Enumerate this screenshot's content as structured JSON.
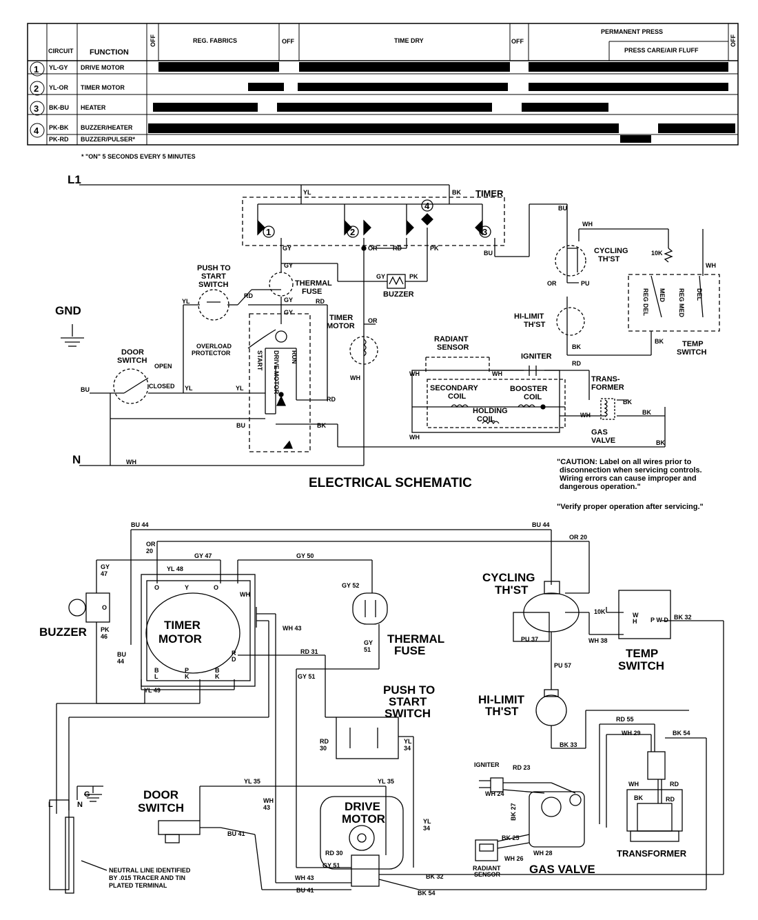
{
  "timing_chart": {
    "headers": {
      "circuit": "CIRCUIT",
      "function": "FUNCTION",
      "off_1": "OFF",
      "reg_fabrics": "REG. FABRICS",
      "off_2": "OFF",
      "time_dry": "TIME DRY",
      "off_3": "OFF",
      "permanent_press": "PERMANENT PRESS",
      "press_care": "PRESS CARE/AIR FLUFF",
      "off_4": "OFF"
    },
    "rows": [
      {
        "num": "1",
        "circuit": "YL-GY",
        "function": "DRIVE MOTOR"
      },
      {
        "num": "2",
        "circuit": "YL-OR",
        "function": "TIMER MOTOR"
      },
      {
        "num": "3",
        "circuit": "BK-BU",
        "function": "HEATER"
      },
      {
        "num": "4",
        "circuit": "PK-BK",
        "function": "BUZZER/HEATER"
      },
      {
        "num": "",
        "circuit": "PK-RD",
        "function": "BUZZER/PULSER*"
      }
    ],
    "footnote": "* \"ON\" 5 SECONDS EVERY 5 MINUTES"
  },
  "schematic": {
    "title": "ELECTRICAL SCHEMATIC",
    "l1": "L1",
    "n": "N",
    "gnd": "GND",
    "timer": "TIMER",
    "contacts": [
      "1",
      "2",
      "4",
      "3"
    ],
    "push_to_start": [
      "PUSH TO",
      "START",
      "SWITCH"
    ],
    "thermal_fuse": [
      "THERMAL",
      "FUSE"
    ],
    "buzzer": "BUZZER",
    "timer_motor": [
      "TIMER",
      "MOTOR"
    ],
    "overload": [
      "OVERLOAD",
      "PROTECTOR"
    ],
    "door_switch": [
      "DOOR",
      "SWITCH"
    ],
    "open": "OPEN",
    "closed": "CLOSED",
    "start": "START",
    "drive_motor": "DRIVE MOTOR",
    "run": "RUN",
    "radiant_sensor": [
      "RADIANT",
      "SENSOR"
    ],
    "igniter": "IGNITER",
    "secondary_coil": [
      "SECONDARY",
      "COIL"
    ],
    "booster_coil": [
      "BOOSTER",
      "COIL"
    ],
    "holding_coil": [
      "HOLDING",
      "COIL"
    ],
    "transformer": [
      "TRANS-",
      "FORMER"
    ],
    "gas_valve": [
      "GAS",
      "VALVE"
    ],
    "cycling_thst": [
      "CYCLING",
      "TH'ST"
    ],
    "hi_limit": [
      "HI-LIMIT",
      "TH'ST"
    ],
    "temp_switch": [
      "TEMP",
      "SWITCH"
    ],
    "temp_positions": [
      "REG DEL",
      "MED",
      "REG MED",
      "DEL"
    ],
    "resistor": "10K",
    "wires": {
      "yl": "YL",
      "bk": "BK",
      "gy": "GY",
      "or": "OR",
      "rd": "RD",
      "pk": "PK",
      "bu": "BU",
      "wh": "WH",
      "pu": "PU"
    },
    "caution": [
      "\"CAUTION: Label on all wires prior to",
      "disconnection when servicing controls.",
      "Wiring errors can cause improper and",
      "dangerous operation.\"",
      "\"Verify proper operation after servicing.\""
    ]
  },
  "wiring": {
    "buzzer": "BUZZER",
    "timer_motor": [
      "TIMER",
      "MOTOR"
    ],
    "thermal_fuse": [
      "THERMAL",
      "FUSE"
    ],
    "push_to_start": [
      "PUSH TO",
      "START",
      "SWITCH"
    ],
    "door_switch": [
      "DOOR",
      "SWITCH"
    ],
    "drive_motor": [
      "DRIVE",
      "MOTOR"
    ],
    "cycling_thst": [
      "CYCLING",
      "TH'ST"
    ],
    "temp_switch": [
      "TEMP",
      "SWITCH"
    ],
    "hi_limit": [
      "HI-LIMIT",
      "TH'ST"
    ],
    "igniter": "IGNITER",
    "gas_valve": "GAS VALVE",
    "radiant_sensor": [
      "RADIANT",
      "SENSOR"
    ],
    "transformer": "TRANSFORMER",
    "neutral_note": [
      "NEUTRAL LINE IDENTIFIED",
      "BY .015 TRACER AND TIN",
      "PLATED TERMINAL"
    ],
    "terminals": {
      "l": "L",
      "n": "N",
      "g": "G",
      "wh": "WH",
      "bk": "BK",
      "rd": "RD",
      "r": "R",
      "d": "D",
      "p": "P",
      "k": "K",
      "o": "O",
      "b": "B",
      "y": "Y",
      "l2": "L",
      "w": "W",
      "h": "H"
    },
    "wires": {
      "bu44": "BU 44",
      "or20": "OR 20",
      "or": "OR",
      "n20": "20",
      "gy47": "GY 47",
      "gy": "GY",
      "n47": "47",
      "yl48": "YL 48",
      "gy50": "GY 50",
      "gy52": "GY 52",
      "pk": "PK",
      "n46": "46",
      "bu": "BU",
      "n44": "44",
      "wh43": "WH 43",
      "wh": "WH",
      "n43": "43",
      "rd31": "RD 31",
      "n51": "51",
      "gy51": "GY 51",
      "yl49": "YL 49",
      "rd": "RD",
      "n30": "30",
      "yl": "YL",
      "n34": "34",
      "yl35": "YL 35",
      "bu41": "BU 41",
      "rd30": "RD 30",
      "bk32": "BK 32",
      "bk54": "BK 54",
      "pu37": "PU 37",
      "wh38": "WH 38",
      "k10": "10K",
      "pu57": "PU 57",
      "bk33": "BK 33",
      "rd55": "RD 55",
      "wh29": "WH 29",
      "rd23": "RD 23",
      "wh24": "WH 24",
      "bk27": "BK 27",
      "bk25": "BK 25",
      "wh26": "WH 26",
      "wh28": "WH 28",
      "pwd": "P W D"
    }
  }
}
